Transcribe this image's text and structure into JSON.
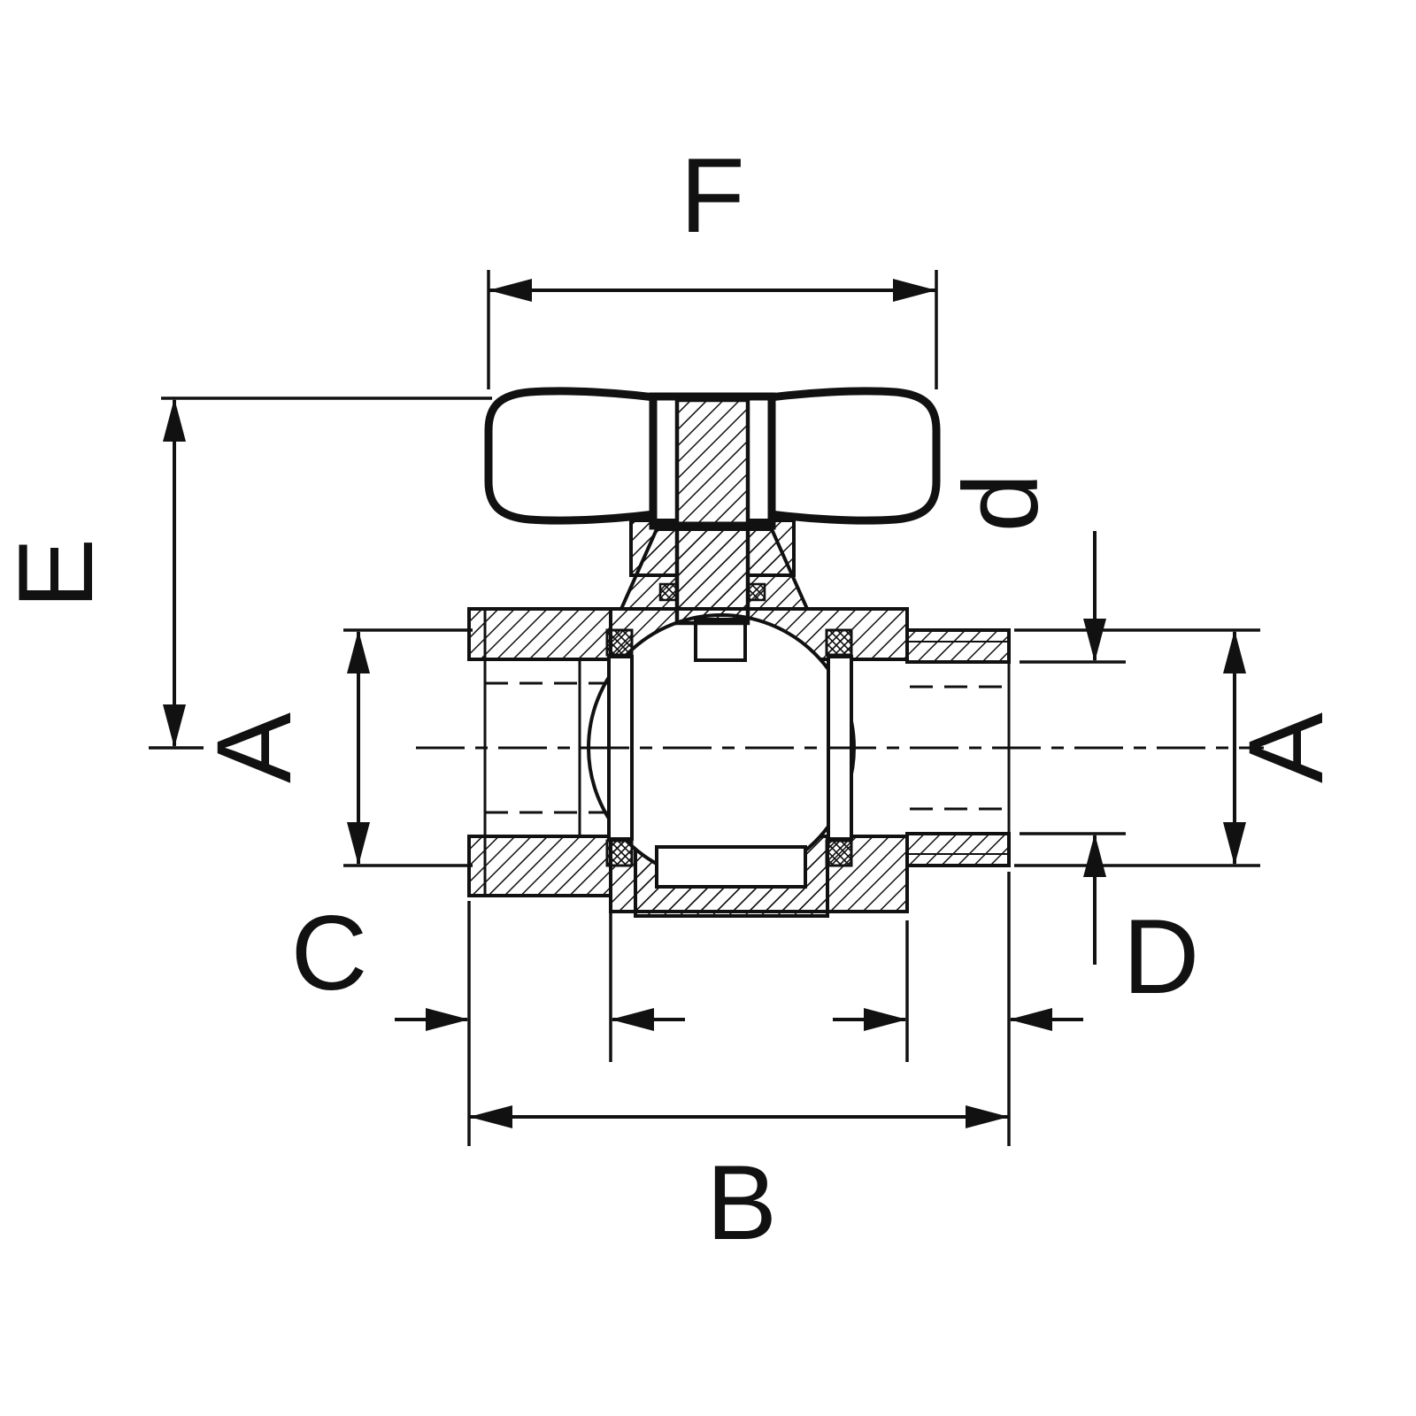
{
  "title": "Ball valve with butterfly handle - dimensional cross-section drawing",
  "colors": {
    "line": "#111111",
    "background": "#ffffff"
  },
  "dims": {
    "F": "F",
    "E": "E",
    "A_left": "A",
    "A_right": "A",
    "d": "d",
    "C": "C",
    "D": "D",
    "B": "B"
  }
}
